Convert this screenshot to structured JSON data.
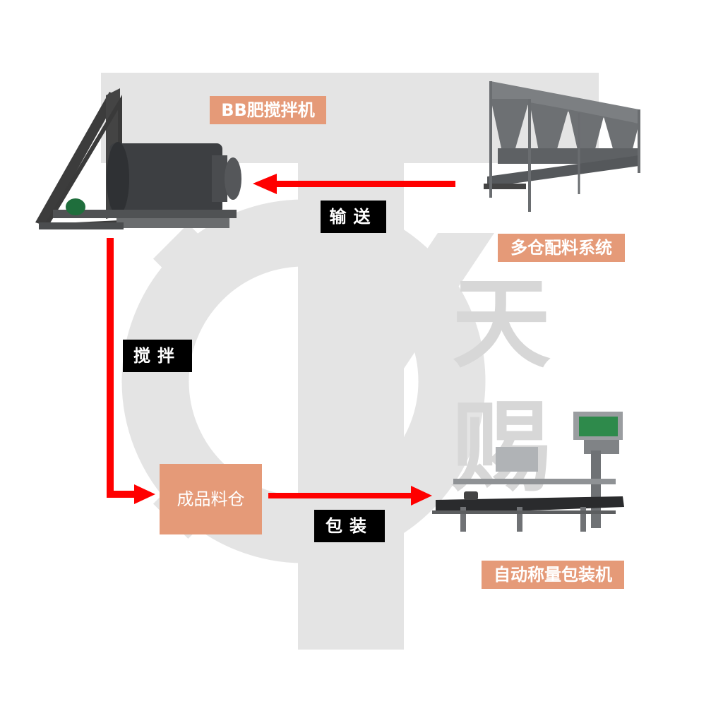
{
  "watermark": {
    "char_top": "天",
    "char_bottom": "赐",
    "color": "#e4e4e4"
  },
  "labels": {
    "mixer_title": "BB肥搅拌机",
    "batching_title": "多仓配料系统",
    "packer_title": "自动称量包装机",
    "warehouse": "成品料仓",
    "step_convey": "输送",
    "step_mix": "搅拌",
    "step_pack": "包装"
  },
  "colors": {
    "arrow": "#ff0000",
    "label_orange": "#e59a78",
    "label_black": "#000000"
  }
}
